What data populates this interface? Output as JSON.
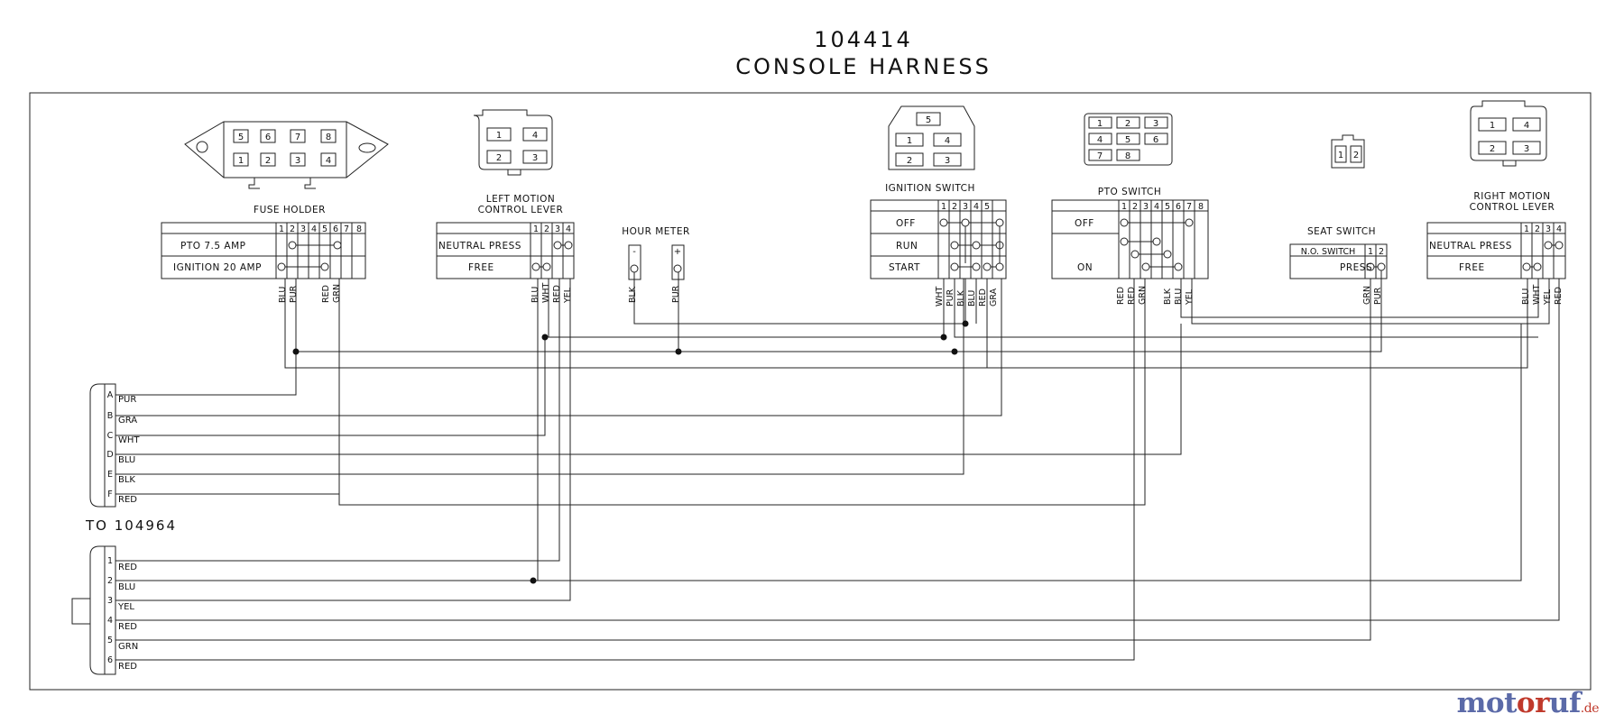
{
  "title": {
    "number": "104414",
    "name": "CONSOLE HARNESS"
  },
  "connector_to": "TO 104964",
  "fuse_holder": {
    "label": "FUSE HOLDER",
    "pins_top": [
      "5",
      "6",
      "7",
      "8"
    ],
    "pins_bottom": [
      "1",
      "2",
      "3",
      "4"
    ],
    "table_cols": [
      "1",
      "2",
      "3",
      "4",
      "5",
      "6",
      "7",
      "8"
    ],
    "rows": [
      "PTO 7.5 AMP",
      "IGNITION 20 AMP"
    ],
    "wires": [
      "BLU",
      "PUR",
      "RED",
      "GRN"
    ]
  },
  "left_motion": {
    "label_1": "LEFT MOTION",
    "label_2": "CONTROL LEVER",
    "pins": [
      "1",
      "4",
      "2",
      "3"
    ],
    "table_cols": [
      "1",
      "2",
      "3",
      "4"
    ],
    "rows": [
      "NEUTRAL PRESS",
      "FREE"
    ],
    "wires": [
      "BLU",
      "WHT",
      "RED",
      "YEL"
    ]
  },
  "hour_meter": {
    "label": "HOUR METER",
    "terminals": [
      "-",
      "+"
    ],
    "wires": [
      "BLK",
      "PUR"
    ]
  },
  "ignition": {
    "label": "IGNITION SWITCH",
    "pins": [
      "5",
      "1",
      "4",
      "2",
      "3"
    ],
    "table_cols": [
      "1",
      "2",
      "3",
      "4",
      "5"
    ],
    "rows": [
      "OFF",
      "RUN",
      "START"
    ],
    "wires": [
      "WHT",
      "PUR",
      "BLK",
      "BLU",
      "RED",
      "GRA"
    ]
  },
  "pto": {
    "label": "PTO SWITCH",
    "pins": [
      "1",
      "2",
      "3",
      "4",
      "5",
      "6",
      "7",
      "8"
    ],
    "table_cols": [
      "1",
      "2",
      "3",
      "4",
      "5",
      "6",
      "7",
      "8"
    ],
    "rows": [
      "OFF",
      "ON"
    ],
    "wires": [
      "RED",
      "RED",
      "GRN",
      "BLK",
      "BLU",
      "YEL"
    ]
  },
  "seat": {
    "label": "SEAT SWITCH",
    "pins": [
      "1",
      "2"
    ],
    "header": "N.O. SWITCH",
    "table_cols": [
      "1",
      "2"
    ],
    "rows": [
      "PRESS"
    ],
    "wires": [
      "GRN",
      "PUR"
    ]
  },
  "right_motion": {
    "label_1": "RIGHT MOTION",
    "label_2": "CONTROL LEVER",
    "pins": [
      "1",
      "4",
      "2",
      "3"
    ],
    "table_cols": [
      "1",
      "2",
      "3",
      "4"
    ],
    "rows": [
      "NEUTRAL PRESS",
      "FREE"
    ],
    "wires": [
      "BLU",
      "WHT",
      "YEL",
      "RED"
    ]
  },
  "connector_a": {
    "pins": [
      "A",
      "B",
      "C",
      "D",
      "E",
      "F"
    ],
    "wires": [
      "PUR",
      "GRA",
      "WHT",
      "BLU",
      "BLK",
      "RED"
    ]
  },
  "connector_b": {
    "pins": [
      "1",
      "2",
      "3",
      "4",
      "5",
      "6"
    ],
    "wires": [
      "RED",
      "BLU",
      "YEL",
      "RED",
      "GRN",
      "RED"
    ]
  },
  "watermark": {
    "part1": "mot",
    "part2": "or",
    "part3": "uf",
    "suffix": ".de"
  }
}
